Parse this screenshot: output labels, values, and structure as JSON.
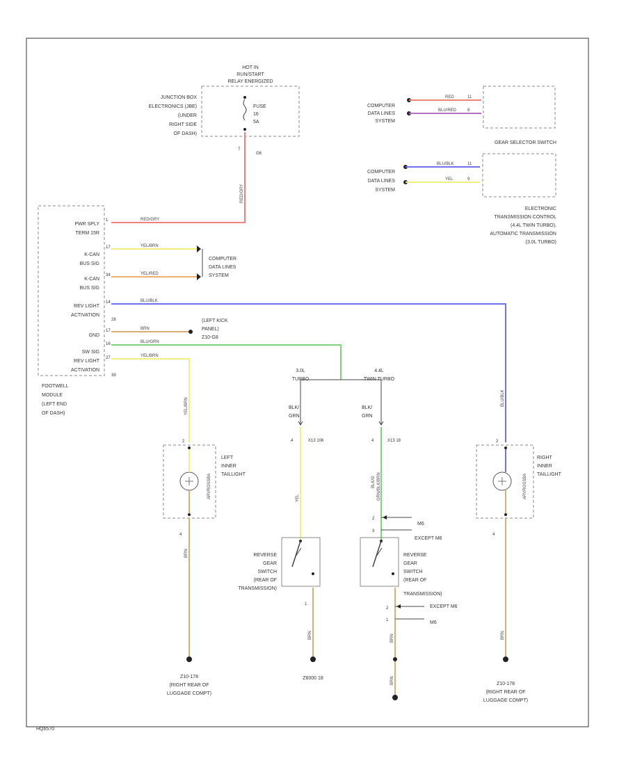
{
  "colors": {
    "red_pink": "#f08080",
    "yellow": "#f0f080",
    "orange": "#f0b070",
    "blue": "#7070f0",
    "green": "#80d080",
    "tan": "#d8b070",
    "black": "#222222",
    "purple": "#b070c0"
  },
  "footer": {
    "code": "HQ6570"
  },
  "relay_box": {
    "title1": "HOT IN",
    "title2": "RUN/START",
    "title3": "RELAY ENERGIZED",
    "label": [
      "JUNCTION BOX",
      "ELECTRONICS (JBE)",
      "(UNDER",
      "RIGHT SIDE",
      "OF DASH)"
    ],
    "fuse_label": "FUSE",
    "fuse_num": "16",
    "fuse_amps": "5A",
    "pin": "7",
    "conn": "G6",
    "wire": "RED/GRY"
  },
  "footwell": {
    "label": [
      "FOOTWELL",
      "MODULE",
      "(LEFT END",
      "OF DASH)"
    ],
    "terms": [
      {
        "name": [
          "PWR SPLY",
          "TERM 15R"
        ],
        "pin": "1"
      },
      {
        "name": [
          "K-CAN",
          "BUS SIG"
        ],
        "pin": "17"
      },
      {
        "name": [
          "K-CAN",
          "BUS SIG"
        ],
        "pin": "34"
      },
      {
        "name": [
          "REV LIGHT",
          "ACTIVATION"
        ],
        "pin": "14"
      },
      {
        "name": [
          "GND"
        ],
        "pin": "17"
      },
      {
        "name": [
          "SW SIG"
        ],
        "pin": "16"
      },
      {
        "name": [
          "REV LIGHT",
          "ACTIVATION"
        ],
        "pin": "27"
      }
    ],
    "conn_top": "28",
    "conn_bottom": "39",
    "wires": [
      "RED/GRY",
      "YEL/BRN",
      "YEL/RED",
      "BLU/BLK",
      "BRN",
      "BLU/GRN",
      "YEL/BRN"
    ]
  },
  "data_lines_1": {
    "label": [
      "COMPUTER",
      "DATA LINES",
      "SYSTEM"
    ]
  },
  "left_kick": {
    "label": [
      "(LEFT KICK",
      "PANEL)",
      "Z10-G8"
    ]
  },
  "top_right": {
    "cd1": [
      "COMPUTER",
      "DATA LINES",
      "SYSTEM"
    ],
    "cd1_w1": "RED",
    "cd1_w1_pin": "11",
    "cd1_w2": "BLU/RED",
    "cd1_w2_pin": "8",
    "gear_selector": "GEAR SELECTOR SWITCH",
    "cd2": [
      "COMPUTER",
      "DATA LINES",
      "SYSTEM"
    ],
    "cd2_w1": "BLU/BLK",
    "cd2_w1_pin": "11",
    "cd2_w2": "YEL",
    "cd2_w2_pin": "9",
    "etc": [
      "ELECTRONIC",
      "TRANSMISSION CONTROL",
      "(4.4L TWIN TURBO),",
      "AUTOMATIC TRANSMISSION",
      "(3.0L TURBO)"
    ]
  },
  "variants": {
    "a": [
      "3.0L",
      "TURBO"
    ],
    "b": [
      "4.4L",
      "TWIN TURBO"
    ],
    "a_wire": [
      "BLK/",
      "GRN"
    ],
    "b_wire": [
      "BLK/",
      "GRN"
    ],
    "a_pin": "4",
    "a_conn": "X13 106",
    "b_pin": "4",
    "b_conn": "X13 18"
  },
  "left_taillight": {
    "label": [
      "LEFT",
      "INNER",
      "TAILLIGHT"
    ],
    "pin_top": "2",
    "pin_bot": "4",
    "wire_top": "YEL/BRN",
    "wire_bot": "BRN",
    "tag": "ARVROSSBA"
  },
  "right_taillight": {
    "label": [
      "RIGHT",
      "INNER",
      "TAILLIGHT"
    ],
    "pin_top": "2",
    "pin_bot": "4",
    "wire_top": "BLU/BLK",
    "wire_bot": "BRN",
    "tag": "ARVROSSBA"
  },
  "reverse_sw_a": {
    "label": [
      "REVERSE",
      "GEAR",
      "SWITCH",
      "(REAR OF",
      "TRANSMISSION)"
    ],
    "wire_top": "YEL",
    "pin_bot": "1",
    "wire_bot": "BRN"
  },
  "reverse_sw_b": {
    "label": [
      "REVERSE",
      "GEAR",
      "SWITCH",
      "(REAR OF",
      "TRANSMISSION)"
    ],
    "wire_top": [
      "BLK/G",
      "GRN/BLK/BRN"
    ],
    "pin_a": "2",
    "pin_b": "3",
    "opt_a": "M6",
    "opt_b": "EXCEPT M6",
    "pin_c": "2",
    "pin_d": "1",
    "opt_c": "EXCEPT M6",
    "opt_d": "M6",
    "wire_bot1": "BRN",
    "wire_bot2": "BRN"
  },
  "grounds": {
    "left": [
      "Z10-178",
      "(RIGHT REAR OF",
      "LUGGAGE COMPT)"
    ],
    "mid": "Z6000 18",
    "right": [
      "Z10-178",
      "(RIGHT REAR OF",
      "LUGGAGE COMPT)"
    ]
  }
}
